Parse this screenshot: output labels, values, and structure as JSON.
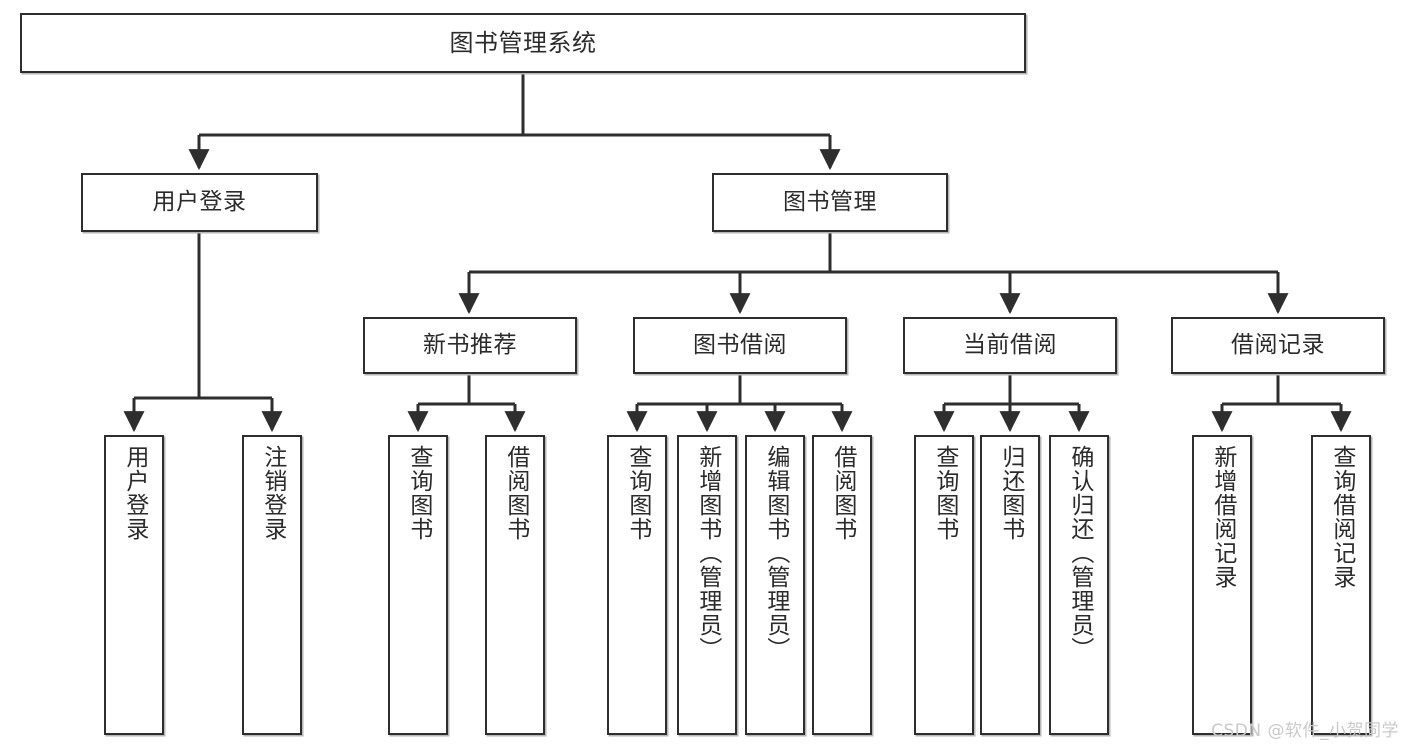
{
  "diagram": {
    "type": "tree-hierarchy-flowchart",
    "title_node": "图书管理系统",
    "watermark": "CSDN @软件_小贺同学",
    "colors": {
      "box_border": "#2e2e2e",
      "box_fill": "#ffffff",
      "text": "#2b2b2b",
      "connector": "#2e2e2e",
      "shadow": "#b6b6b6",
      "watermark": "#c9c9c9",
      "background": "#ffffff"
    },
    "nodes": {
      "root": {
        "label": "图书管理系统",
        "level": 0,
        "orientation": "horizontal"
      },
      "user_login": {
        "label": "用户登录",
        "level": 1,
        "orientation": "horizontal"
      },
      "book_manage": {
        "label": "图书管理",
        "level": 1,
        "orientation": "horizontal"
      },
      "new_book_rec": {
        "label": "新书推荐",
        "level": 2,
        "orientation": "horizontal"
      },
      "book_borrow": {
        "label": "图书借阅",
        "level": 2,
        "orientation": "horizontal"
      },
      "current_borrow": {
        "label": "当前借阅",
        "level": 2,
        "orientation": "horizontal"
      },
      "borrow_record": {
        "label": "借阅记录",
        "level": 2,
        "orientation": "horizontal"
      },
      "leaf_user_login": {
        "label": "用户登录",
        "level": 3,
        "orientation": "vertical"
      },
      "leaf_logout": {
        "label": "注销登录",
        "level": 3,
        "orientation": "vertical"
      },
      "leaf_query_book_1": {
        "label": "查询图书",
        "level": 3,
        "orientation": "vertical"
      },
      "leaf_borrow_book_1": {
        "label": "借阅图书",
        "level": 3,
        "orientation": "vertical"
      },
      "leaf_query_book_2": {
        "label": "查询图书",
        "level": 3,
        "orientation": "vertical"
      },
      "leaf_add_book": {
        "label": "新增图书（管理员）",
        "level": 3,
        "orientation": "vertical"
      },
      "leaf_edit_book": {
        "label": "编辑图书（管理员）",
        "level": 3,
        "orientation": "vertical"
      },
      "leaf_borrow_book_2": {
        "label": "借阅图书",
        "level": 3,
        "orientation": "vertical"
      },
      "leaf_query_book_3": {
        "label": "查询图书",
        "level": 3,
        "orientation": "vertical"
      },
      "leaf_return_book": {
        "label": "归还图书",
        "level": 3,
        "orientation": "vertical"
      },
      "leaf_confirm_return": {
        "label": "确认归还（管理员）",
        "level": 3,
        "orientation": "vertical"
      },
      "leaf_add_record": {
        "label": "新增借阅记录",
        "level": 3,
        "orientation": "vertical"
      },
      "leaf_query_record": {
        "label": "查询借阅记录",
        "level": 3,
        "orientation": "vertical"
      }
    },
    "edges": [
      {
        "from": "root",
        "to": "user_login"
      },
      {
        "from": "root",
        "to": "book_manage"
      },
      {
        "from": "book_manage",
        "to": "new_book_rec"
      },
      {
        "from": "book_manage",
        "to": "book_borrow"
      },
      {
        "from": "book_manage",
        "to": "current_borrow"
      },
      {
        "from": "book_manage",
        "to": "borrow_record"
      },
      {
        "from": "user_login",
        "to": "leaf_user_login"
      },
      {
        "from": "user_login",
        "to": "leaf_logout"
      },
      {
        "from": "new_book_rec",
        "to": "leaf_query_book_1"
      },
      {
        "from": "new_book_rec",
        "to": "leaf_borrow_book_1"
      },
      {
        "from": "book_borrow",
        "to": "leaf_query_book_2"
      },
      {
        "from": "book_borrow",
        "to": "leaf_add_book"
      },
      {
        "from": "book_borrow",
        "to": "leaf_edit_book"
      },
      {
        "from": "book_borrow",
        "to": "leaf_borrow_book_2"
      },
      {
        "from": "current_borrow",
        "to": "leaf_query_book_3"
      },
      {
        "from": "current_borrow",
        "to": "leaf_return_book"
      },
      {
        "from": "current_borrow",
        "to": "leaf_confirm_return"
      },
      {
        "from": "borrow_record",
        "to": "leaf_add_record"
      },
      {
        "from": "borrow_record",
        "to": "leaf_query_record"
      }
    ]
  }
}
